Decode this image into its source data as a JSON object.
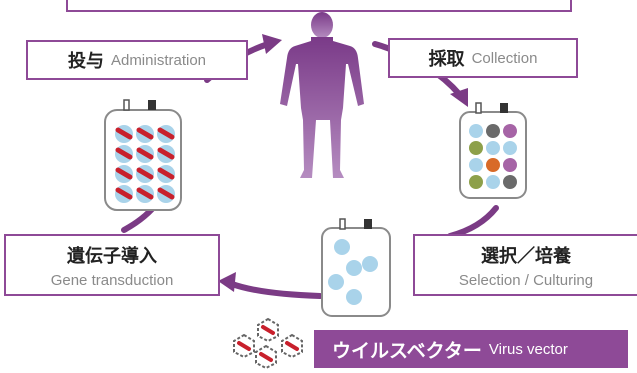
{
  "title": "",
  "steps": {
    "administration": {
      "jp": "投与",
      "en": "Administration"
    },
    "collection": {
      "jp": "採取",
      "en": "Collection"
    },
    "gene_transduction": {
      "jp": "遺伝子導入",
      "en": "Gene transduction"
    },
    "selection": {
      "jp": "選択／培養",
      "en": "Selection / Culturing"
    }
  },
  "virus_vector": {
    "jp": "ウイルスベクター",
    "en": "Virus vector"
  },
  "colors": {
    "accent": "#8e4a97",
    "arrow": "#7b3b85",
    "cell_blue": "#a9d3ea",
    "cell_green": "#8da04a",
    "cell_gray": "#6a6a6a",
    "cell_purple": "#a664a6",
    "cell_orange": "#d86a28",
    "vector_red": "#c8202c"
  },
  "icons": [
    "human-figure-icon",
    "cell-bag-icon",
    "virus-vector-icon"
  ]
}
